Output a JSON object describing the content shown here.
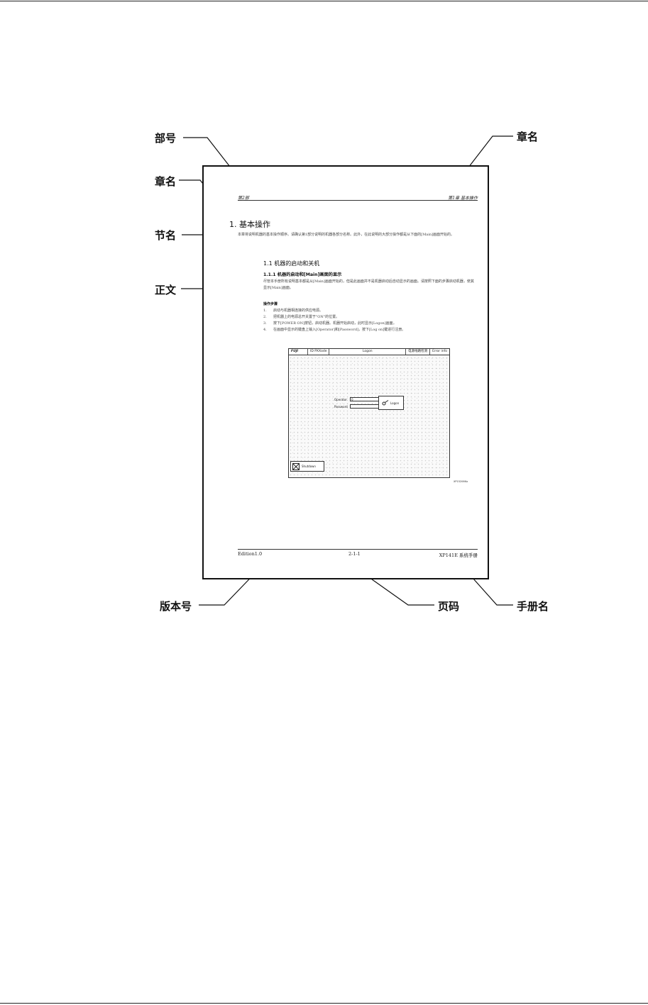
{
  "callouts": {
    "part_number": "部号",
    "chapter_name_top": "章名",
    "chapter_name_left": "章名",
    "section_name": "节名",
    "body_text": "正文",
    "edition_number": "版本号",
    "page_number": "页码",
    "manual_name": "手册名"
  },
  "sample_page": {
    "header_left": "第2部",
    "header_right": "第1章 基本操作",
    "section_title": "1.  基本操作",
    "intro": "本章将说明机器的基本操作顺序。请确认第1部分说明的机器各部分名称。此外，在此说明的大部分操作都是从下面的[Main]画面开始的。",
    "subsection_title": "1.1 机器的启动和关机",
    "subsubsection_title": "1.1.1 机器的启动和[Main]画面的显示",
    "body_paragraph": "尽管本手册所有说明基本都是从[Main]画面开始的，但是此画面并不是机器启动后自动显示的画面。请按照下面的步骤启动机器，使其显示[Main]画面。",
    "steps_title": "操作步骤",
    "steps": [
      {
        "num": "1.",
        "text": "启动与机器相连接的供应电源。"
      },
      {
        "num": "2.",
        "text": "把机器上的电源总开关置于\"ON\"的位置。"
      },
      {
        "num": "3.",
        "text": "按下[POWER ON]按钮，启动机器。机器开始启动，此时显示[Logon]画面。"
      },
      {
        "num": "4.",
        "text": "在画面中显示的键盘上输入[Operator]和[Password]，按下[Log on]键进行注册。"
      }
    ],
    "screen": {
      "logo": "FUJI",
      "tab_mode": "ID PXXode",
      "tab_title": "Logon",
      "tab_status": "电源线路检测",
      "tab_error": "Error info",
      "operator_label": "Operator",
      "operator_value": "0",
      "password_label": "Password",
      "logon_button": "Logon",
      "shutdown_button": "Shutdown",
      "figure_ref": "XP15206Ka"
    },
    "footer_left": "Edition1.0",
    "footer_center": "2-1-1",
    "footer_right": "XP141E 系统手册"
  }
}
